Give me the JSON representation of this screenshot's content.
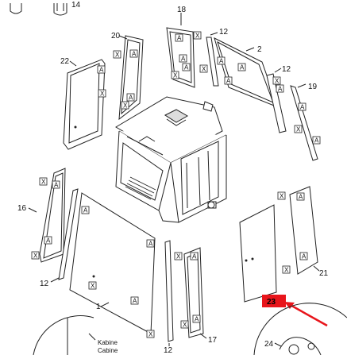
{
  "labels": {
    "p14": "14",
    "p18": "18",
    "p20": "20",
    "p12a": "12",
    "p2": "2",
    "p22": "22",
    "p12b": "12",
    "p19": "19",
    "p16": "16",
    "p12c": "12",
    "p1": "1",
    "p21": "21",
    "p17": "17",
    "p12d": "12",
    "p23": "23",
    "p24": "24"
  },
  "callout": {
    "line1": "Kabine",
    "line2": "Cabine"
  },
  "box_marks": {
    "a": "A",
    "x": "X"
  },
  "colors": {
    "highlight": "#e8151b",
    "line": "#222222",
    "panel_fill": "#ffffff"
  }
}
